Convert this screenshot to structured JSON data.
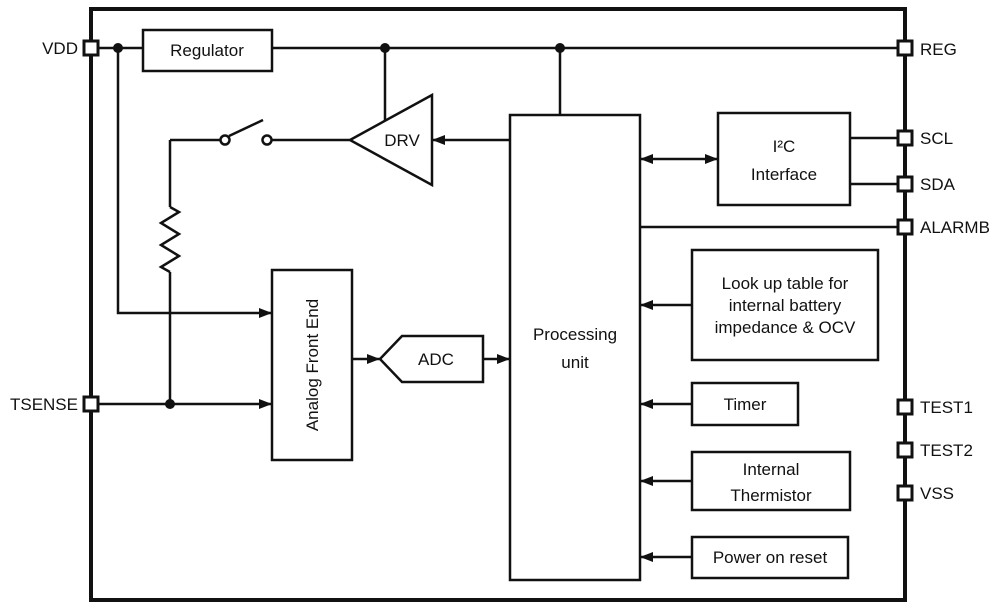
{
  "diagram": {
    "pins": {
      "vdd": "VDD",
      "tsense": "TSENSE",
      "reg": "REG",
      "scl": "SCL",
      "sda": "SDA",
      "alarmb": "ALARMB",
      "test1": "TEST1",
      "test2": "TEST2",
      "vss": "VSS"
    },
    "blocks": {
      "regulator": "Regulator",
      "drv": "DRV",
      "afe": "Analog Front End",
      "adc": "ADC",
      "processing_line1": "Processing",
      "processing_line2": "unit",
      "i2c_line1": "I²C",
      "i2c_line2": "Interface",
      "lut_line1": "Look up table for",
      "lut_line2": "internal battery",
      "lut_line3": "impedance & OCV",
      "timer": "Timer",
      "thermistor_line1": "Internal",
      "thermistor_line2": "Thermistor",
      "por": "Power on reset"
    },
    "colors": {
      "line": "#111111",
      "background": "#ffffff"
    }
  }
}
